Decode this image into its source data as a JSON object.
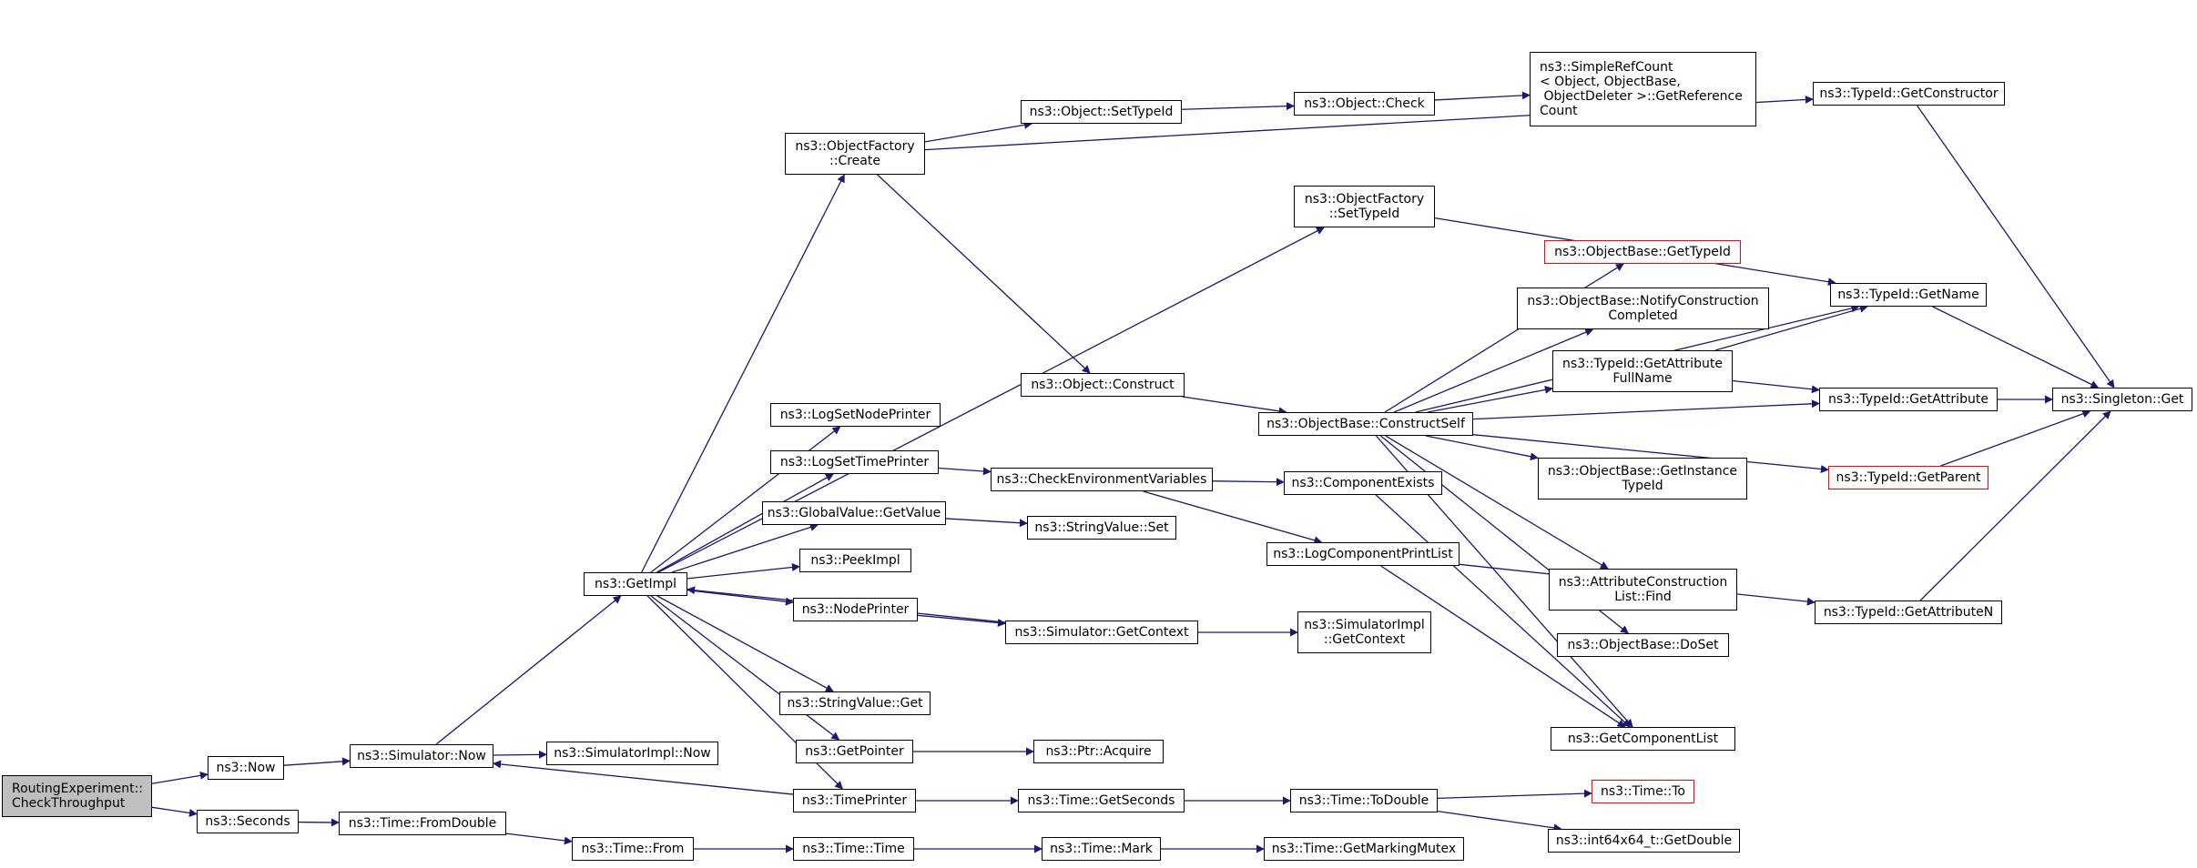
{
  "graph": {
    "colors": {
      "edge": "#191970",
      "node_border": "#000000",
      "truncated_border": "#ff0000",
      "root_fill": "#bfbfbf"
    },
    "nodes": {
      "routing_experiment": "RoutingExperiment::\nCheckThroughput",
      "now": "ns3::Now",
      "seconds": "ns3::Seconds",
      "simulator_now": "ns3::Simulator::Now",
      "simulatorimpl_now": "ns3::SimulatorImpl::Now",
      "time_from_double": "ns3::Time::FromDouble",
      "time_from": "ns3::Time::From",
      "time_time": "ns3::Time::Time",
      "time_mark": "ns3::Time::Mark",
      "get_marking_mutex": "ns3::Time::GetMarkingMutex",
      "get_impl": "ns3::GetImpl",
      "object_factory_create": "ns3::ObjectFactory\n::Create",
      "object_set_type_id": "ns3::Object::SetTypeId",
      "object_check": "ns3::Object::Check",
      "simple_ref_count": "ns3::SimpleRefCount\n< Object, ObjectBase,\n ObjectDeleter >::GetReference\nCount",
      "type_id_get_constructor": "ns3::TypeId::GetConstructor",
      "object_factory_set_type_id": "ns3::ObjectFactory\n::SetTypeId",
      "object_construct": "ns3::Object::Construct",
      "construct_self": "ns3::ObjectBase::ConstructSelf",
      "object_base_get_type_id": "ns3::ObjectBase::GetTypeId",
      "notify_construction_completed": "ns3::ObjectBase::NotifyConstruction\nCompleted",
      "get_attribute_full_name": "ns3::TypeId::GetAttribute\nFullName",
      "get_instance_type_id": "ns3::ObjectBase::GetInstance\nTypeId",
      "attribute_construction_list_find": "ns3::AttributeConstruction\nList::Find",
      "object_base_do_set": "ns3::ObjectBase::DoSet",
      "get_component_list": "ns3::GetComponentList",
      "type_id_get_name": "ns3::TypeId::GetName",
      "type_id_get_attribute": "ns3::TypeId::GetAttribute",
      "type_id_get_parent": "ns3::TypeId::GetParent",
      "type_id_get_attribute_n": "ns3::TypeId::GetAttributeN",
      "singleton_get": "ns3::Singleton::Get",
      "log_set_node_printer": "ns3::LogSetNodePrinter",
      "log_set_time_printer": "ns3::LogSetTimePrinter",
      "check_environment_variables": "ns3::CheckEnvironmentVariables",
      "component_exists": "ns3::ComponentExists",
      "log_component_print_list": "ns3::LogComponentPrintList",
      "global_value_get_value": "ns3::GlobalValue::GetValue",
      "string_value_set": "ns3::StringValue::Set",
      "peek_impl": "ns3::PeekImpl",
      "node_printer": "ns3::NodePrinter",
      "simulator_get_context": "ns3::Simulator::GetContext",
      "simulator_impl_get_context": "ns3::SimulatorImpl\n::GetContext",
      "string_value_get": "ns3::StringValue::Get",
      "get_pointer": "ns3::GetPointer",
      "ptr_acquire": "ns3::Ptr::Acquire",
      "time_printer": "ns3::TimePrinter",
      "time_get_seconds": "ns3::Time::GetSeconds",
      "time_to_double": "ns3::Time::ToDouble",
      "time_to": "ns3::Time::To",
      "int64x64_get_double": "ns3::int64x64_t::GetDouble"
    },
    "edges": [
      [
        "routing_experiment",
        "now"
      ],
      [
        "routing_experiment",
        "seconds"
      ],
      [
        "now",
        "simulator_now"
      ],
      [
        "simulator_now",
        "simulatorimpl_now"
      ],
      [
        "simulator_now",
        "get_impl"
      ],
      [
        "seconds",
        "time_from_double"
      ],
      [
        "time_from_double",
        "time_from"
      ],
      [
        "time_from",
        "time_time"
      ],
      [
        "time_time",
        "time_mark"
      ],
      [
        "time_mark",
        "get_marking_mutex"
      ],
      [
        "get_impl",
        "object_factory_create"
      ],
      [
        "get_impl",
        "object_factory_set_type_id"
      ],
      [
        "get_impl",
        "log_set_node_printer"
      ],
      [
        "get_impl",
        "log_set_time_printer"
      ],
      [
        "get_impl",
        "global_value_get_value"
      ],
      [
        "get_impl",
        "peek_impl"
      ],
      [
        "get_impl",
        "node_printer"
      ],
      [
        "get_impl",
        "string_value_get"
      ],
      [
        "get_impl",
        "get_pointer"
      ],
      [
        "get_impl",
        "time_printer"
      ],
      [
        "object_factory_create",
        "object_set_type_id"
      ],
      [
        "object_factory_create",
        "type_id_get_constructor"
      ],
      [
        "object_factory_create",
        "object_construct"
      ],
      [
        "object_set_type_id",
        "object_check"
      ],
      [
        "object_check",
        "simple_ref_count"
      ],
      [
        "type_id_get_constructor",
        "singleton_get"
      ],
      [
        "object_factory_set_type_id",
        "type_id_get_name"
      ],
      [
        "object_construct",
        "construct_self"
      ],
      [
        "construct_self",
        "object_base_get_type_id"
      ],
      [
        "construct_self",
        "notify_construction_completed"
      ],
      [
        "construct_self",
        "get_attribute_full_name"
      ],
      [
        "construct_self",
        "type_id_get_attribute"
      ],
      [
        "construct_self",
        "get_instance_type_id"
      ],
      [
        "construct_self",
        "type_id_get_parent"
      ],
      [
        "construct_self",
        "attribute_construction_list_find"
      ],
      [
        "construct_self",
        "object_base_do_set"
      ],
      [
        "construct_self",
        "get_component_list"
      ],
      [
        "construct_self",
        "type_id_get_name"
      ],
      [
        "get_attribute_full_name",
        "type_id_get_name"
      ],
      [
        "get_attribute_full_name",
        "type_id_get_attribute"
      ],
      [
        "type_id_get_name",
        "singleton_get"
      ],
      [
        "type_id_get_attribute",
        "singleton_get"
      ],
      [
        "type_id_get_parent",
        "singleton_get"
      ],
      [
        "type_id_get_attribute_n",
        "singleton_get"
      ],
      [
        "log_set_time_printer",
        "check_environment_variables"
      ],
      [
        "check_environment_variables",
        "component_exists"
      ],
      [
        "check_environment_variables",
        "log_component_print_list"
      ],
      [
        "component_exists",
        "get_component_list"
      ],
      [
        "log_component_print_list",
        "get_component_list"
      ],
      [
        "log_component_print_list",
        "type_id_get_attribute_n"
      ],
      [
        "global_value_get_value",
        "string_value_set"
      ],
      [
        "node_printer",
        "simulator_get_context"
      ],
      [
        "simulator_get_context",
        "get_impl"
      ],
      [
        "simulator_get_context",
        "simulator_impl_get_context"
      ],
      [
        "get_pointer",
        "ptr_acquire"
      ],
      [
        "time_printer",
        "simulator_now"
      ],
      [
        "time_printer",
        "time_get_seconds"
      ],
      [
        "time_get_seconds",
        "time_to_double"
      ],
      [
        "time_to_double",
        "time_to"
      ],
      [
        "time_to_double",
        "int64x64_get_double"
      ]
    ]
  }
}
